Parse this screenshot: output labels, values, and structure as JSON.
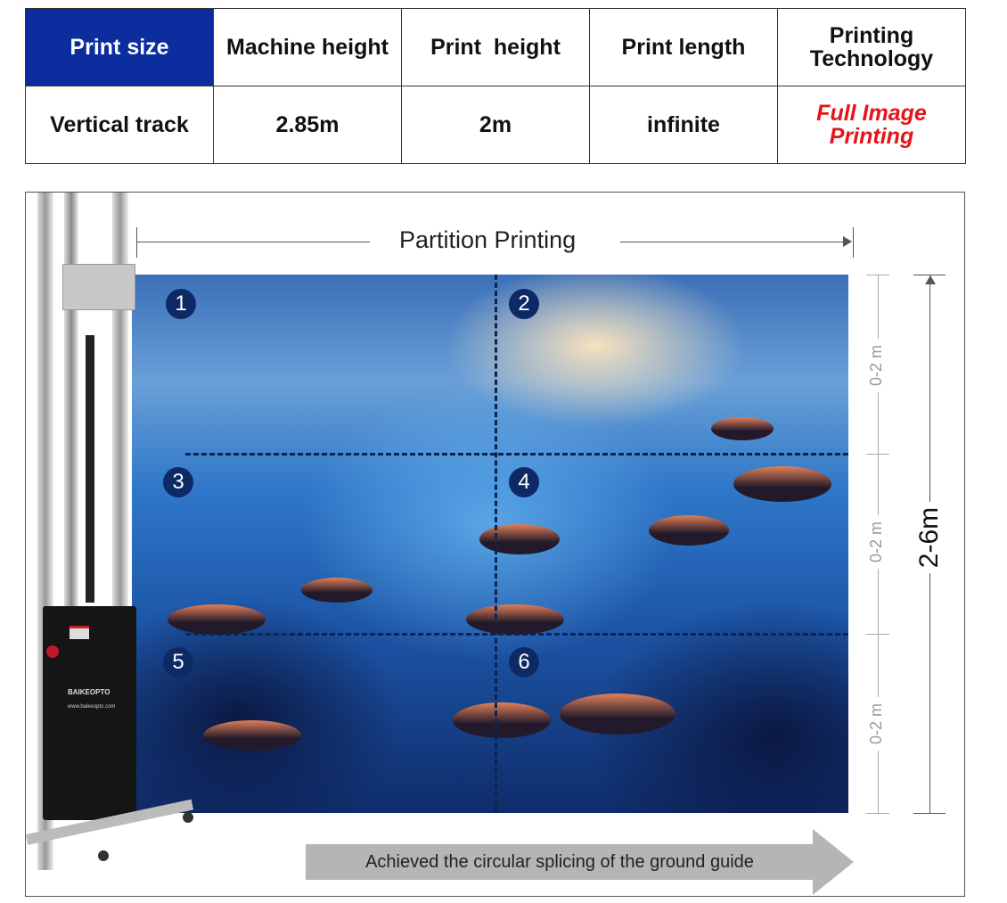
{
  "spec_table": {
    "headers": [
      "Print size",
      "Machine height",
      "Print  height",
      "Print length",
      "Printing Technology"
    ],
    "values": [
      "Vertical track",
      "2.85m",
      "2m",
      "infinite",
      "Full Image Printing"
    ]
  },
  "diagram": {
    "top_label": "Partition Printing",
    "zones": [
      "1",
      "2",
      "3",
      "4",
      "5",
      "6"
    ],
    "segment_label": "0-2 m",
    "total_label": "2-6m",
    "bottom_label": "Achieved the circular splicing of the ground guide"
  },
  "machine": {
    "brand": "BAIKEOPTO",
    "url": "www.baikeopto.com"
  },
  "colors": {
    "header_blue": "#0b2d9e",
    "accent_red": "#e8121a"
  }
}
